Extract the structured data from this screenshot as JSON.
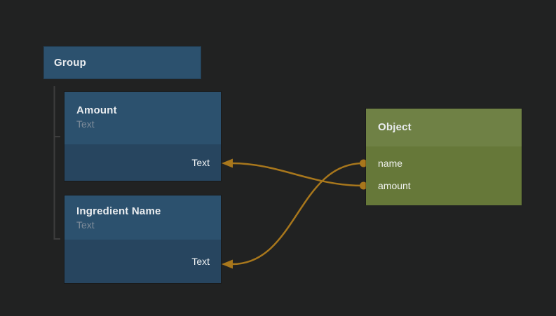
{
  "canvas": {
    "background_color": "#212222"
  },
  "palette": {
    "node_blue_header": "#2c516e",
    "node_blue_body": "#27455f",
    "node_green_header": "#6f8145",
    "node_green_body": "#667839",
    "wire_orange": "#a8771c",
    "tree_line_gray": "#3d3d3d",
    "title_text": "#e9ecef",
    "subtitle_text": "#7e8c9a"
  },
  "nodes": {
    "group": {
      "title": "Group"
    },
    "amount": {
      "title": "Amount",
      "subtitle": "Text",
      "input_label": "Text"
    },
    "ingredient_name": {
      "title": "Ingredient Name",
      "subtitle": "Text",
      "input_label": "Text"
    },
    "object": {
      "title": "Object",
      "outputs": [
        {
          "label": "name"
        },
        {
          "label": "amount"
        }
      ]
    }
  },
  "connections": [
    {
      "from": "object.name",
      "to": "ingredient_name.text_input"
    },
    {
      "from": "object.amount",
      "to": "amount.text_input"
    }
  ]
}
